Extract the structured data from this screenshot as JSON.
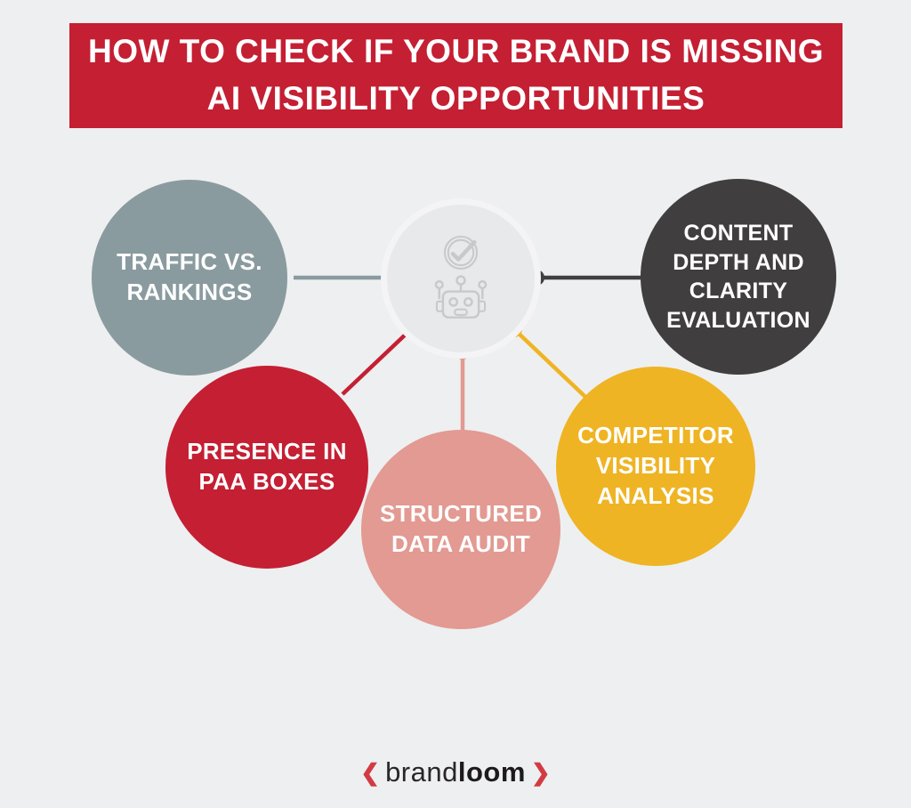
{
  "title": {
    "line1": "HOW TO CHECK IF YOUR BRAND IS MISSING",
    "line2": "AI VISIBILITY OPPORTUNITIES"
  },
  "hub": {
    "icons": [
      "checkmark-badge-icon",
      "robot-icon"
    ]
  },
  "nodes": [
    {
      "id": "traffic-vs-rankings",
      "label": "TRAFFIC VS. RANKINGS",
      "color": "#8a9ba0"
    },
    {
      "id": "content-depth-clarity",
      "label": "CONTENT DEPTH AND CLARITY EVALUATION",
      "color": "#413e3f"
    },
    {
      "id": "presence-paa-boxes",
      "label": "PRESENCE IN PAA BOXES",
      "color": "#c41f33"
    },
    {
      "id": "structured-data-audit",
      "label": "STRUCTURED DATA AUDIT",
      "color": "#e29a92"
    },
    {
      "id": "competitor-visibility-analysis",
      "label": "COMPETITOR VISIBILITY ANALYSIS",
      "color": "#efb424"
    }
  ],
  "colors": {
    "background": "#eeeff0",
    "banner": "#c41f33",
    "hub_fill": "#e8e9ea",
    "hub_ring": "#f4f4f6",
    "icon_stroke": "#c8c9ca",
    "logo_bracket": "#d23b43",
    "logo_text": "#2a2627"
  },
  "logo": {
    "bracket_left": "❮",
    "name_regular": "brand",
    "name_bold": "loom",
    "bracket_right": "❯"
  }
}
